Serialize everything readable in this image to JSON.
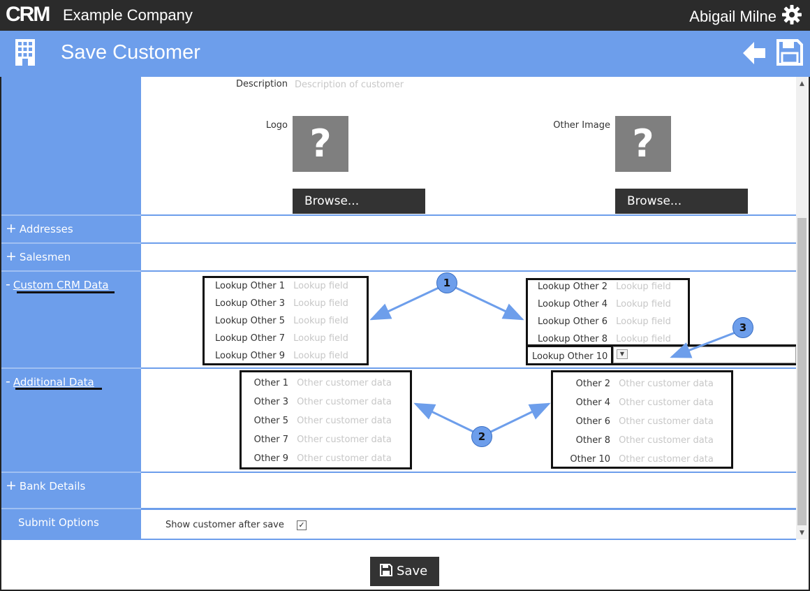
{
  "header": {
    "logo_text": "CRM",
    "company": "Example Company",
    "user": "Abigail Milne",
    "settings_icon": "gear-icon"
  },
  "titlebar": {
    "title": "Save Customer",
    "left_icon": "building-icon",
    "back_icon": "arrow-left-icon",
    "save_icon": "floppy-disk-icon"
  },
  "sidebar": {
    "addresses": "Addresses",
    "salesmen": "Salesmen",
    "custom_crm": "Custom CRM Data",
    "additional": "Additional Data",
    "bank": "Bank Details",
    "submit": "Submit Options",
    "plus": "+",
    "minus": "-"
  },
  "form": {
    "description_label": "Description",
    "description_placeholder": "Description of customer",
    "logo_label": "Logo",
    "other_image_label": "Other Image",
    "image_placeholder": "?",
    "browse_label": "Browse..."
  },
  "lookup_left": [
    {
      "label": "Lookup Other 1",
      "placeholder": "Lookup field"
    },
    {
      "label": "Lookup Other 3",
      "placeholder": "Lookup field"
    },
    {
      "label": "Lookup Other 5",
      "placeholder": "Lookup field"
    },
    {
      "label": "Lookup Other 7",
      "placeholder": "Lookup field"
    },
    {
      "label": "Lookup Other 9",
      "placeholder": "Lookup field"
    }
  ],
  "lookup_right": [
    {
      "label": "Lookup Other 2",
      "placeholder": "Lookup field"
    },
    {
      "label": "Lookup Other 4",
      "placeholder": "Lookup field"
    },
    {
      "label": "Lookup Other 6",
      "placeholder": "Lookup field"
    },
    {
      "label": "Lookup Other 8",
      "placeholder": "Lookup field"
    }
  ],
  "lookup_10_label": "Lookup Other 10",
  "other_left": [
    {
      "label": "Other 1",
      "placeholder": "Other customer data"
    },
    {
      "label": "Other 3",
      "placeholder": "Other customer data"
    },
    {
      "label": "Other 5",
      "placeholder": "Other customer data"
    },
    {
      "label": "Other 7",
      "placeholder": "Other customer data"
    },
    {
      "label": "Other 9",
      "placeholder": "Other customer data"
    }
  ],
  "other_right": [
    {
      "label": "Other 2",
      "placeholder": "Other customer data"
    },
    {
      "label": "Other 4",
      "placeholder": "Other customer data"
    },
    {
      "label": "Other 6",
      "placeholder": "Other customer data"
    },
    {
      "label": "Other 8",
      "placeholder": "Other customer data"
    },
    {
      "label": "Other 10",
      "placeholder": "Other customer data"
    }
  ],
  "callouts": [
    "1",
    "2",
    "3"
  ],
  "submit_options": {
    "show_after_save_label": "Show customer after save",
    "show_after_save_checked": true
  },
  "save_button": "Save",
  "colors": {
    "topbar": "#2b2b2b",
    "accent": "#6d9eeb",
    "button": "#333333"
  }
}
